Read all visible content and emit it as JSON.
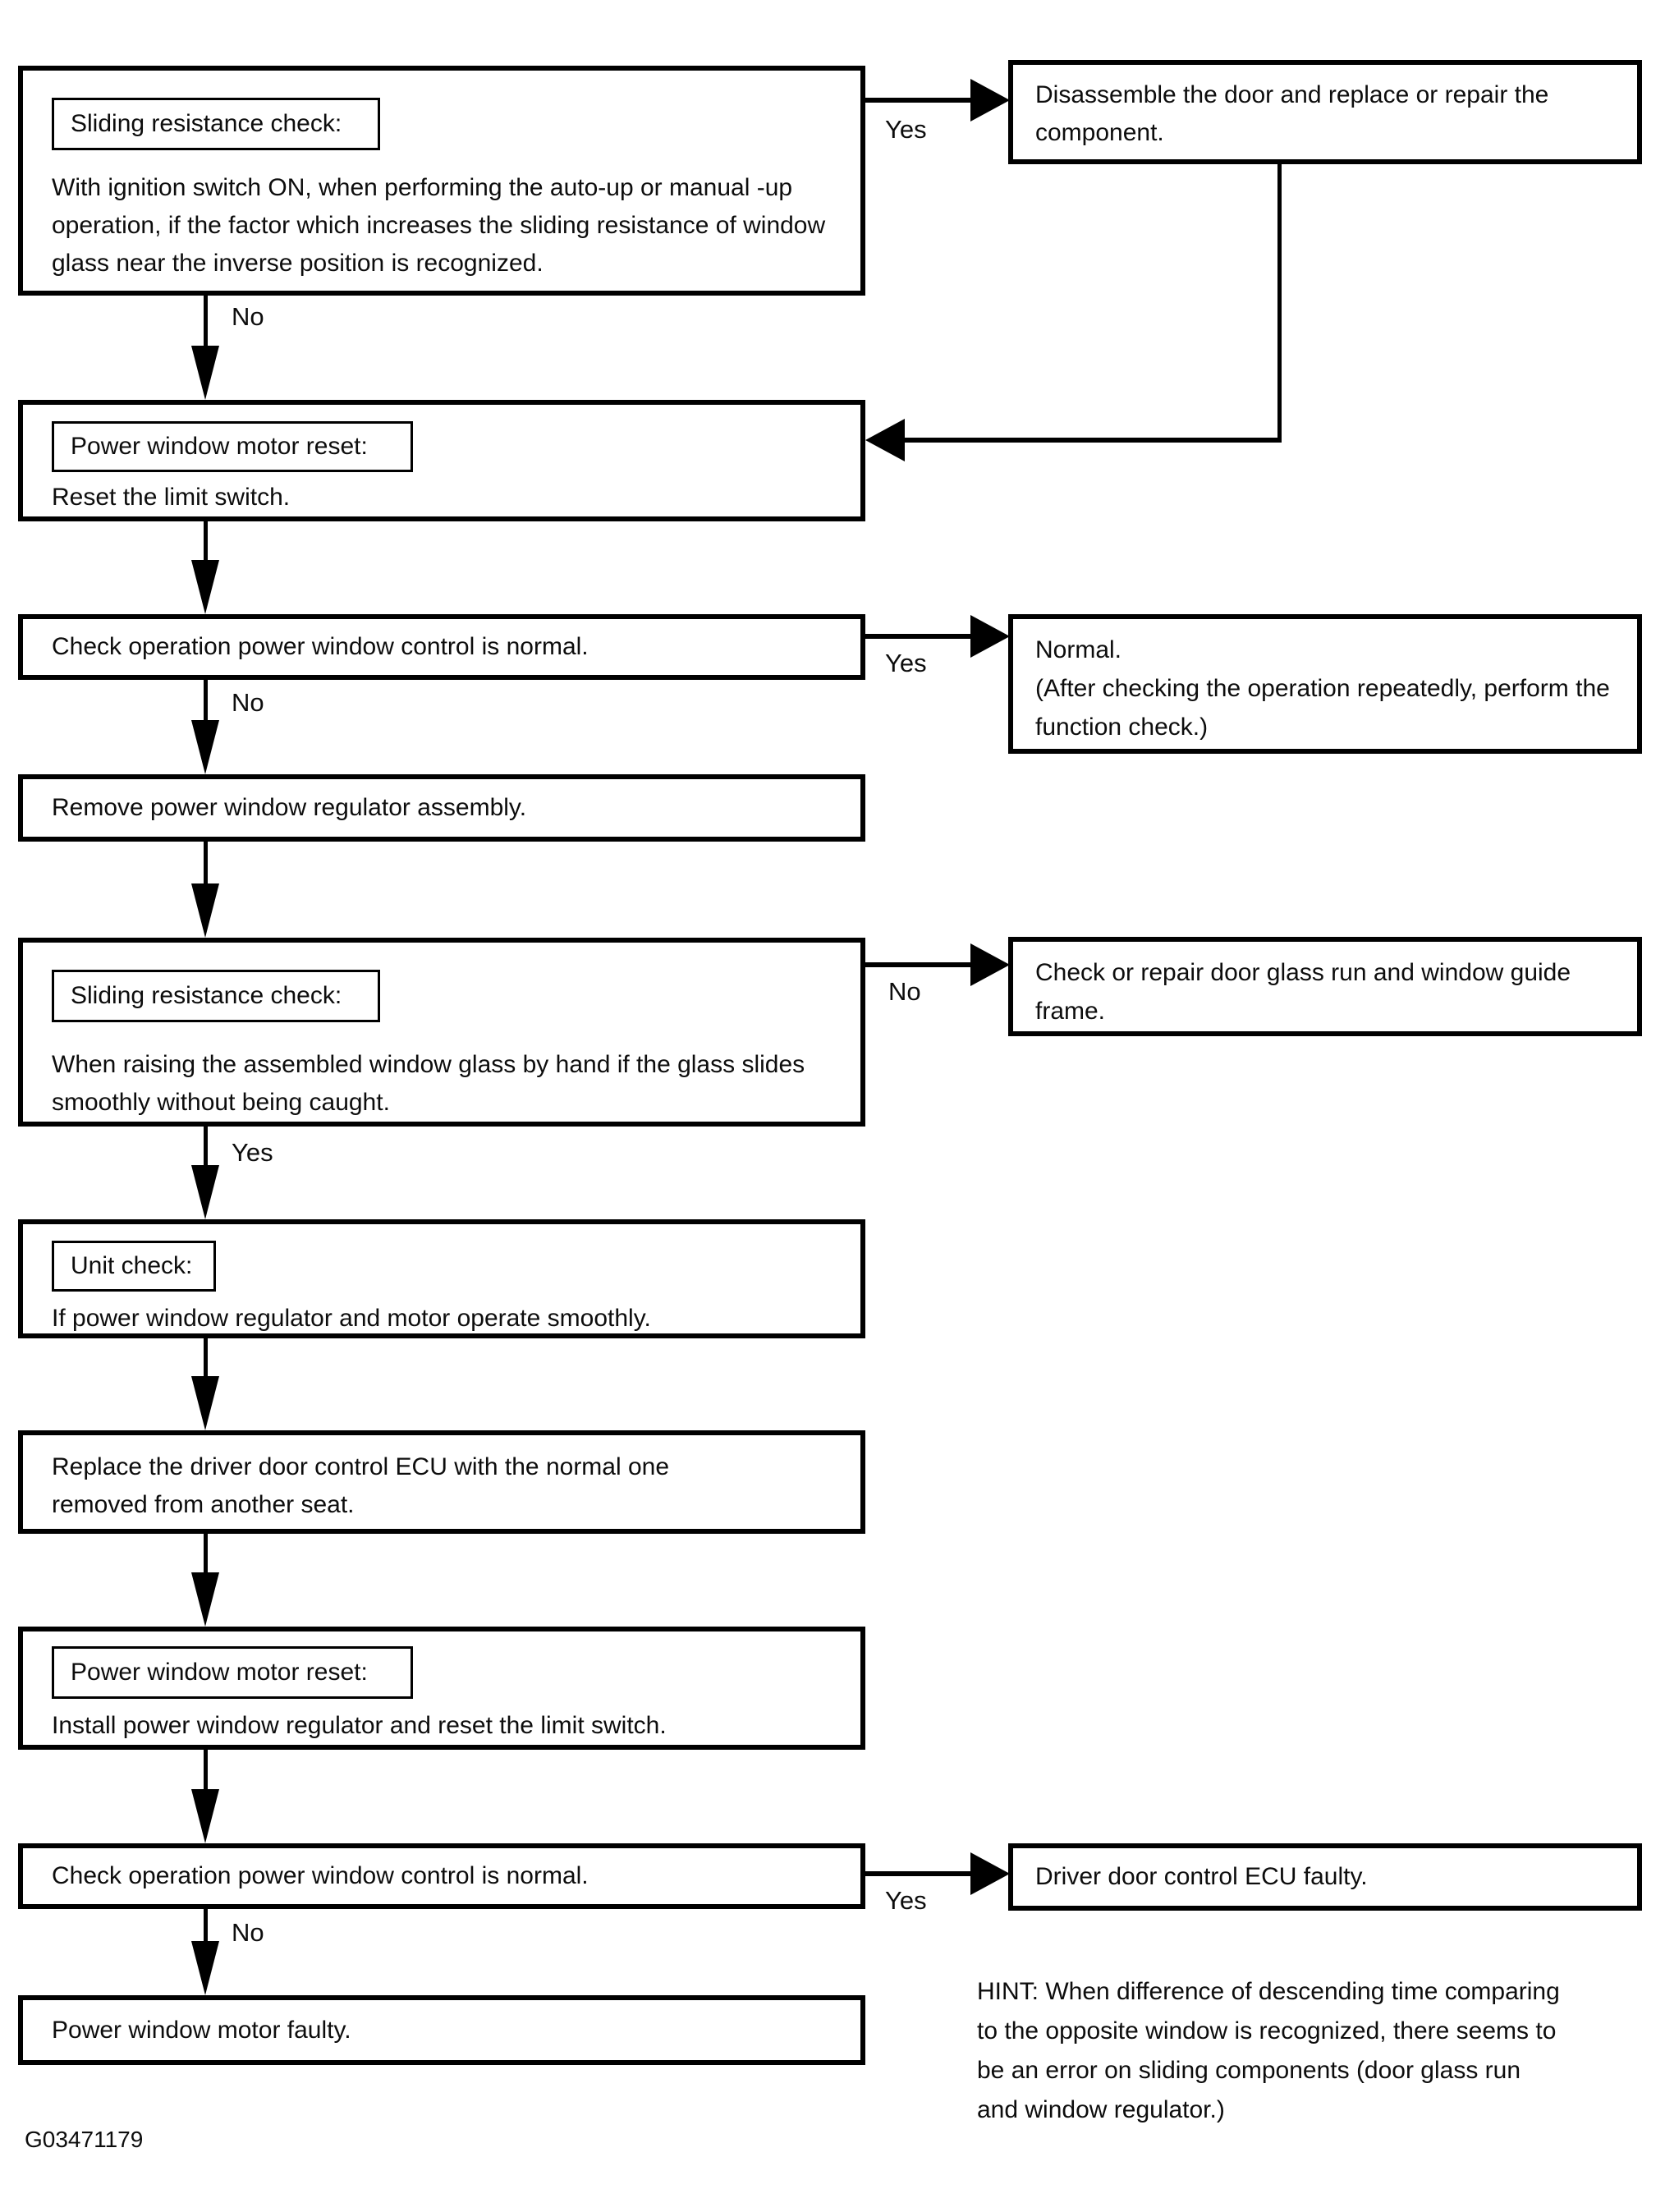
{
  "diagram": {
    "colors": {
      "ink": "#000000",
      "paper": "#ffffff"
    },
    "labels": {
      "yes": "Yes",
      "no": "No"
    },
    "nodes": {
      "sliding_check_1": {
        "title": "Sliding resistance check:",
        "line1": "With ignition switch ON, when performing the auto-up or manual -up",
        "line2": "operation, if the factor which increases the sliding resistance of window",
        "line3": "glass near the inverse position is recognized."
      },
      "disassemble": {
        "line1": "Disassemble the door and replace or repair the",
        "line2": "component."
      },
      "motor_reset_1": {
        "title": "Power window motor reset:",
        "body": "Reset the limit switch."
      },
      "check_operation_1": {
        "body": "Check operation power window control is normal."
      },
      "normal_result": {
        "line1": "Normal.",
        "line2": "(After checking the operation repeatedly, perform the",
        "line3": "function check.)"
      },
      "remove_regulator": {
        "body": "Remove power window regulator assembly."
      },
      "sliding_check_2": {
        "title": "Sliding resistance check:",
        "line1": "When raising the assembled window glass by hand if the glass slides",
        "line2": "smoothly without being caught."
      },
      "check_repair_glass_run": {
        "line1": "Check or repair door glass run and window guide",
        "line2": "frame."
      },
      "unit_check": {
        "title": "Unit check:",
        "body": "If power window regulator and motor operate smoothly."
      },
      "replace_ecu": {
        "line1": "Replace the driver door control ECU with the normal one",
        "line2": "removed from another seat."
      },
      "motor_reset_2": {
        "title": "Power window motor reset:",
        "body": "Install power window regulator and reset the limit switch."
      },
      "check_operation_2": {
        "body": "Check operation power window control is normal."
      },
      "ecu_faulty": {
        "body": "Driver door control ECU faulty."
      },
      "motor_faulty": {
        "body": "Power window motor faulty."
      }
    },
    "hint": {
      "line1": "HINT: When difference of descending time comparing",
      "line2": "to the opposite window is recognized, there seems to",
      "line3": "be an error on sliding components (door glass run",
      "line4": "and window regulator.)"
    },
    "figure_code": "G03471179"
  }
}
